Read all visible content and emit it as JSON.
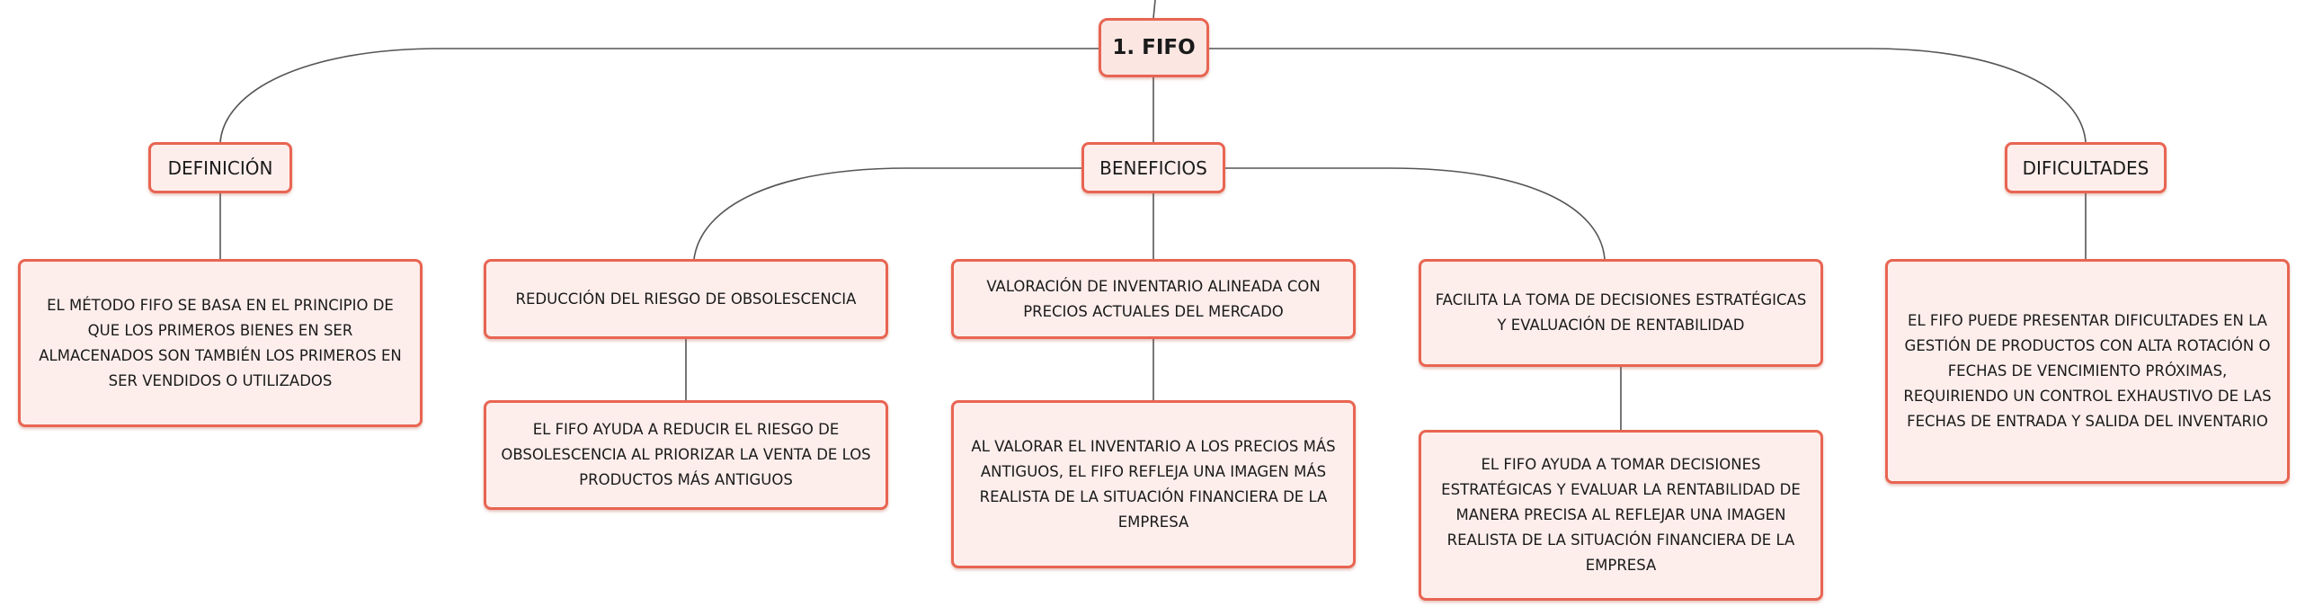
{
  "root": {
    "label": "1. FIFO"
  },
  "branches": {
    "definicion": {
      "label": "DEFINICIÓN",
      "text": "EL MÉTODO FIFO SE BASA EN EL PRINCIPIO DE QUE LOS PRIMEROS BIENES EN SER ALMACENADOS SON TAMBIÉN LOS PRIMEROS EN SER VENDIDOS O UTILIZADOS"
    },
    "beneficios": {
      "label": "BENEFICIOS",
      "items": [
        {
          "title": "REDUCCIÓN DEL RIESGO DE OBSOLESCENCIA",
          "detail": "EL FIFO AYUDA A REDUCIR EL RIESGO DE OBSOLESCENCIA AL PRIORIZAR LA VENTA DE LOS PRODUCTOS MÁS ANTIGUOS"
        },
        {
          "title": "VALORACIÓN DE INVENTARIO ALINEADA CON PRECIOS ACTUALES DEL MERCADO",
          "detail": "AL VALORAR EL INVENTARIO A LOS PRECIOS MÁS ANTIGUOS, EL FIFO REFLEJA UNA IMAGEN MÁS REALISTA DE LA SITUACIÓN FINANCIERA DE LA EMPRESA"
        },
        {
          "title": "FACILITA LA TOMA DE DECISIONES ESTRATÉGICAS Y EVALUACIÓN DE RENTABILIDAD",
          "detail": "EL FIFO AYUDA A TOMAR DECISIONES ESTRATÉGICAS Y EVALUAR LA RENTABILIDAD DE MANERA PRECISA AL REFLEJAR UNA IMAGEN REALISTA DE LA SITUACIÓN FINANCIERA DE LA EMPRESA"
        }
      ]
    },
    "dificultades": {
      "label": "DIFICULTADES",
      "text": "EL FIFO PUEDE PRESENTAR DIFICULTADES EN LA GESTIÓN DE PRODUCTOS CON ALTA ROTACIÓN O FECHAS DE VENCIMIENTO PRÓXIMAS, REQUIRIENDO UN CONTROL EXHAUSTIVO DE LAS FECHAS DE ENTRADA Y SALIDA DEL INVENTARIO"
    }
  },
  "colors": {
    "node_border": "#e86552",
    "node_fill": "#fdeeec",
    "connector": "#555555",
    "text": "#1a1a1a"
  }
}
